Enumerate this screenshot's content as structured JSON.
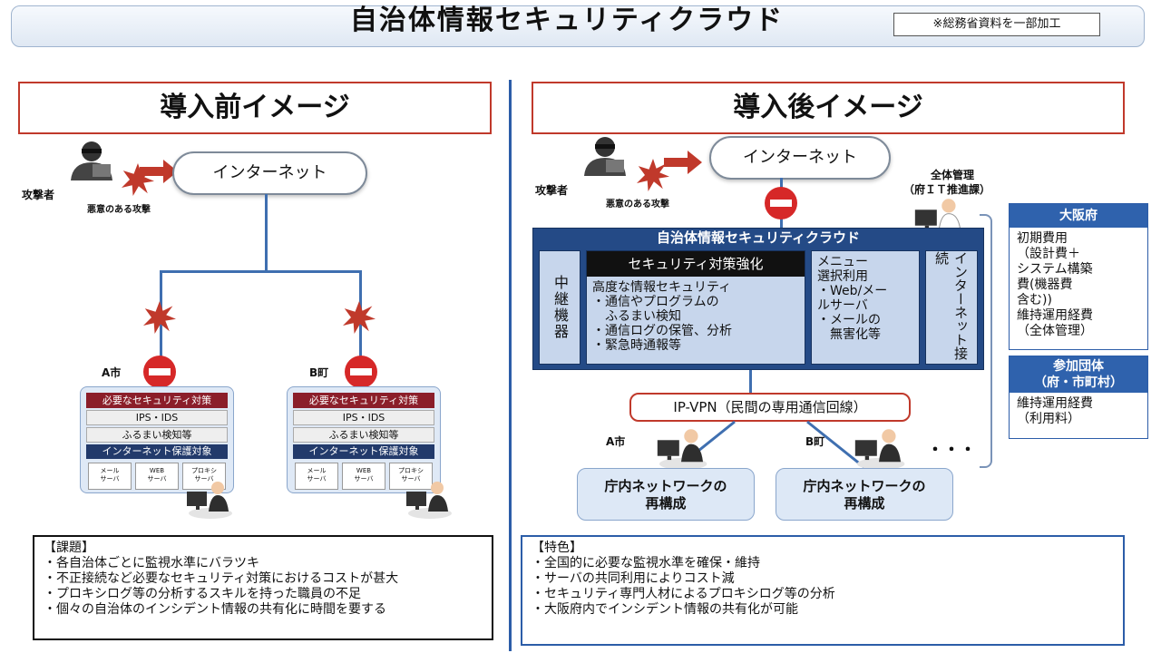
{
  "header": {
    "title": "自治体情報セキュリティクラウド",
    "note": "※総務省資料を一部加工"
  },
  "before": {
    "section_title": "導入前イメージ",
    "internet": "インターネット",
    "attacker": "攻撃者",
    "malicious_attack": "悪意のある攻撃",
    "municipalities": [
      {
        "label": "A市",
        "security_head": "必要なセキュリティ対策",
        "rows": [
          "IPS・IDS",
          "ふるまい検知等"
        ],
        "protected": "インターネット保護対象",
        "servers": [
          [
            "メール",
            "サーバ"
          ],
          [
            "WEB",
            "サーバ"
          ],
          [
            "プロキシ",
            "サーバ"
          ]
        ]
      },
      {
        "label": "B町",
        "security_head": "必要なセキュリティ対策",
        "rows": [
          "IPS・IDS",
          "ふるまい検知等"
        ],
        "protected": "インターネット保護対象",
        "servers": [
          [
            "メール",
            "サーバ"
          ],
          [
            "WEB",
            "サーバ"
          ],
          [
            "プロキシ",
            "サーバ"
          ]
        ]
      }
    ],
    "issues": {
      "heading": "【課題】",
      "items": [
        "・各自治体ごとに監視水準にバラツキ",
        "・不正接続など必要なセキュリティ対策におけるコストが甚大",
        "・プロキシログ等の分析するスキルを持った職員の不足",
        "・個々の自治体のインシデント情報の共有化に時間を要する"
      ]
    }
  },
  "after": {
    "section_title": "導入後イメージ",
    "internet": "インターネット",
    "attacker": "攻撃者",
    "malicious_attack": "悪意のある攻撃",
    "admin_line1": "全体管理",
    "admin_line2": "（府ＩＴ推進課）",
    "cloud_title": "自治体情報セキュリティクラウド",
    "relay": "中継機器",
    "security_head": "セキュリティ対策強化",
    "security_items": [
      "高度な情報セキュリティ",
      "・通信やプログラムの",
      "　ふるまい検知",
      "・通信ログの保管、分析",
      "・緊急時通報等"
    ],
    "menu_items": [
      "メニュー",
      "選択利用",
      "・Web/メー",
      "ルサーバ",
      "・メールの",
      "　無害化等"
    ],
    "internet_connection": "インターネット接続",
    "vpn": "IP-VPN（民間の専用通信回線）",
    "nodes": [
      {
        "label": "A市",
        "lan": [
          "庁内ネットワークの",
          "再構成"
        ]
      },
      {
        "label": "B町",
        "lan": [
          "庁内ネットワークの",
          "再構成"
        ]
      }
    ],
    "ellipsis": "・・・",
    "features": {
      "heading": "【特色】",
      "items": [
        "・全国的に必要な監視水準を確保・維持",
        "・サーバの共同利用によりコスト減",
        "・セキュリティ専門人材によるプロキシログ等の分析",
        "・大阪府内でインシデント情報の共有化が可能"
      ]
    }
  },
  "side": {
    "osaka_head": "大阪府",
    "osaka_items": [
      "初期費用",
      "（設計費＋",
      "システム構築",
      "費(機器費",
      "含む))",
      "維持運用経費",
      "（全体管理）"
    ],
    "member_head": "参加団体\n（府・市町村）",
    "member_head1": "参加団体",
    "member_head2": "（府・市町村）",
    "member_items": [
      "維持運用経費",
      "（利用料）"
    ]
  },
  "colors": {
    "accent_blue": "#2c5da8",
    "alert_red": "#c0392b",
    "cloud_navy": "#244a86",
    "pane_blue": "#c7d6ec"
  }
}
